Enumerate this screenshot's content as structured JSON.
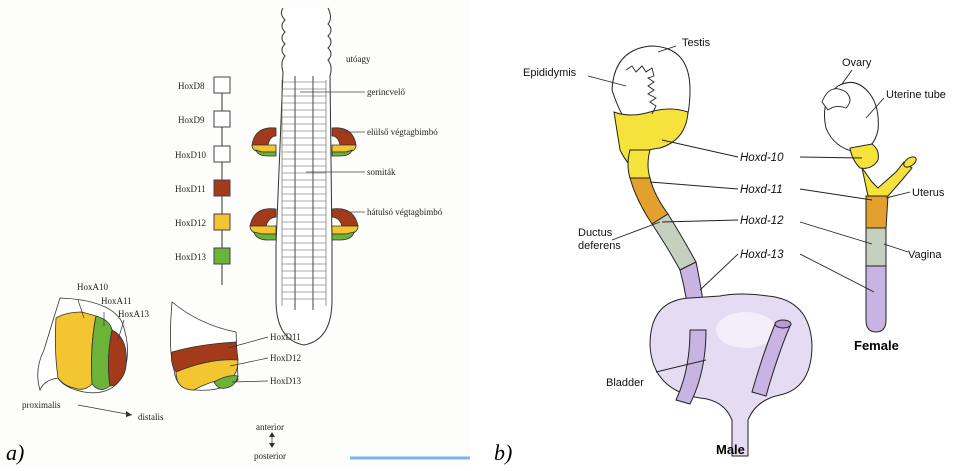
{
  "panel_a": {
    "letter": "a)",
    "spine_labels": {
      "brain": "utóagy",
      "spinal_cord": "gerincvelő",
      "fore_limb": "elülső végtagbimbó",
      "somites": "somiták",
      "hind_limb": "hátulsó végtagbimbó"
    },
    "hoxd_genes": [
      "HoxD8",
      "HoxD9",
      "HoxD10",
      "HoxD11",
      "HoxD12",
      "HoxD13"
    ],
    "limb_a_labels": [
      "HoxA10",
      "HoxA11",
      "HoxA13"
    ],
    "limb_d_labels": [
      "HoxD11",
      "HoxD12",
      "HoxD13"
    ],
    "axis": {
      "proximal": "proximalis",
      "distal": "distalis"
    },
    "orientation": {
      "anterior": "anterior",
      "posterior": "posterior"
    }
  },
  "panel_b": {
    "letter": "b)",
    "male_labels": {
      "testis": "Testis",
      "epididymis": "Epididymis",
      "ductus_line1": "Ductus",
      "ductus_line2": "deferens",
      "bladder": "Bladder",
      "sex": "Male"
    },
    "female_labels": {
      "ovary": "Ovary",
      "uterine_tube": "Uterine tube",
      "uterus": "Uterus",
      "vagina": "Vagina",
      "sex": "Female"
    },
    "hox_labels": [
      "Hoxd-10",
      "Hoxd-11",
      "Hoxd-12",
      "Hoxd-13"
    ]
  },
  "colors": {
    "hox10_yellow": "#f5e23a",
    "hox11_orange": "#e3a02f",
    "hox12_gray": "#c6d0bf",
    "hox13_purple": "#c9b3e3",
    "hoxd11_brown": "#a33a1a",
    "hoxd12_yellow": "#f2c531",
    "hoxd13_green": "#6bb339"
  }
}
